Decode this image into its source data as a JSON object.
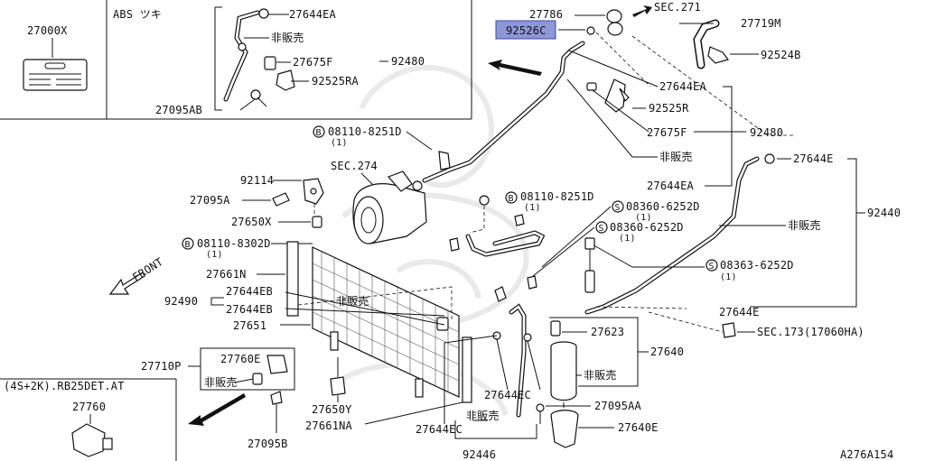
{
  "diagram_id": "A276A154",
  "inset_labels": {
    "abs_title": "ABS ツキ",
    "engine_note": "(4S+2K).RB25DET.AT",
    "label_27000x": "27000X",
    "label_27760": "27760"
  },
  "callouts": {
    "c27644EA_top": "27644EA",
    "c_hanbai_top": "非販売",
    "c27675F_top": "27675F",
    "c92525RA": "92525RA",
    "c27095AB": "27095AB",
    "c92480_top": "92480",
    "c27786": "27786",
    "c92526C": "92526C",
    "c_sec271": "SEC.271",
    "c27719M": "27719M",
    "c92524B": "92524B",
    "c27644EA_r": "27644EA",
    "c92525R": "92525R",
    "c27675F_r": "27675F",
    "c92480_r": "92480",
    "c_hanbai_r": "非販売",
    "c27644EA_mid": "27644EA",
    "c27644E_r": "27644E",
    "c92440": "92440",
    "c_hanbai_92440": "非販売",
    "c08110_8251D_a": "08110-8251D",
    "c08110_8251D_a_q": "(1)",
    "c_sec274": "SEC.274",
    "c92114": "92114",
    "c27095A": "27095A",
    "c27650X": "27650X",
    "c08110_8251D_b": "08110-8251D",
    "c08110_8251D_b_q": "(1)",
    "c08360_6252D_a": "08360-6252D",
    "c08360_6252D_a_q": "(1)",
    "c08360_6252D_b": "08360-6252D",
    "c08360_6252D_b_q": "(1)",
    "c08110_8302D": "08110-8302D",
    "c08110_8302D_q": "(1)",
    "c08363_6252D": "08363-6252D",
    "c08363_6252D_q": "(1)",
    "c27661N": "27661N",
    "c_front": "FRONT",
    "c27644EB_a": "27644EB",
    "c92490": "92490",
    "c_hanbai_92490": "非販売",
    "c27644EB_b": "27644EB",
    "c27651": "27651",
    "c27644E_mid": "27644E",
    "c_sec173": "SEC.173(17060HA)",
    "c27623": "27623",
    "c27640": "27640",
    "c_hanbai_27640": "非販売",
    "c27710P": "27710P",
    "c27760E": "27760E",
    "c_hanbai_27710": "非販売",
    "c27650Y": "27650Y",
    "c27661NA": "27661NA",
    "c27095B": "27095B",
    "c27644EC_a": "27644EC",
    "c_hanbai_ec": "非販売",
    "c27644EC_b": "27644EC",
    "c92446": "92446",
    "c27095AA": "27095AA",
    "c27640E": "27640E"
  },
  "markers": {
    "bolt_b": "B",
    "screw_s": "S"
  },
  "highlight": {
    "part": "92526C",
    "color": "#8d97d6"
  }
}
